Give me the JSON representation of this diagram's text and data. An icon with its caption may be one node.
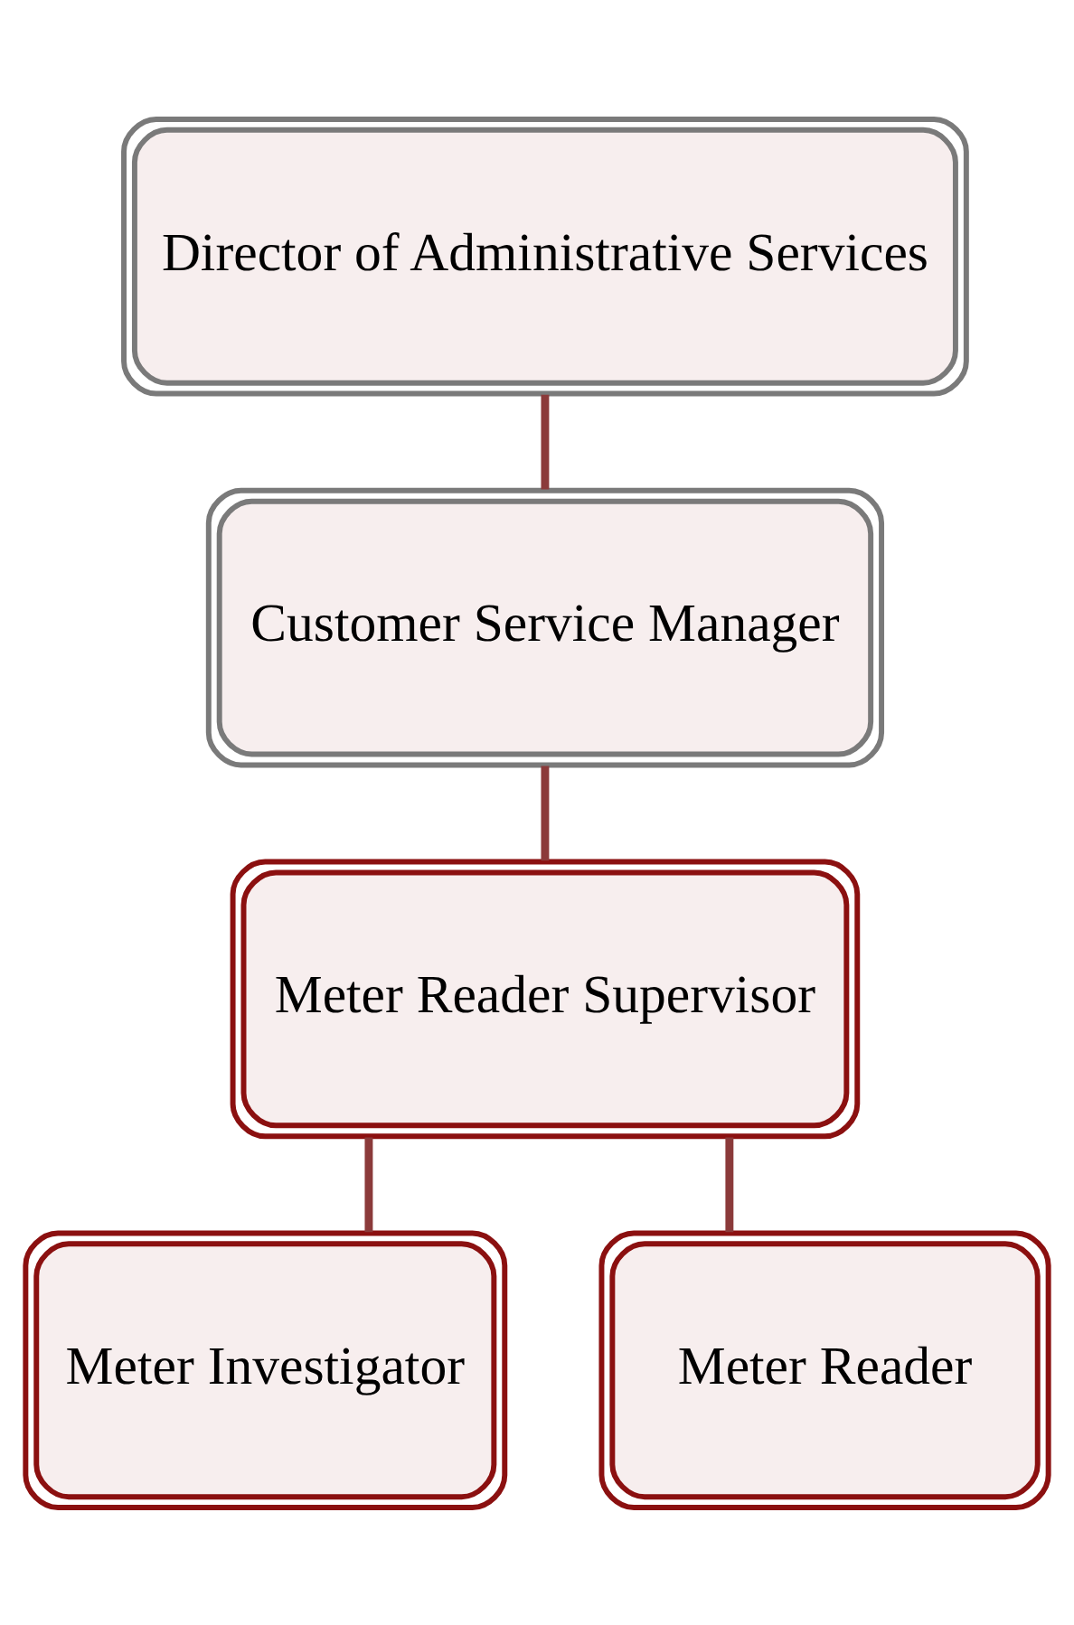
{
  "diagram": {
    "nodes": [
      {
        "text": [
          "Director of Administrative Services"
        ]
      },
      {
        "text": [
          "Customer Service Manager"
        ]
      },
      {
        "text": [
          "Meter Reader Supervisor"
        ]
      },
      {
        "text": [
          "Meter Investigator"
        ]
      },
      {
        "text": [
          "Meter Reader"
        ]
      }
    ],
    "edges": [
      {
        "from": 0,
        "to": 1,
        "arrow": "none"
      },
      {
        "from": 1,
        "to": 2,
        "arrow": "none"
      },
      {
        "from": 2,
        "to": 3,
        "arrow": "none"
      },
      {
        "from": 2,
        "to": 4,
        "arrow": "none"
      }
    ]
  }
}
